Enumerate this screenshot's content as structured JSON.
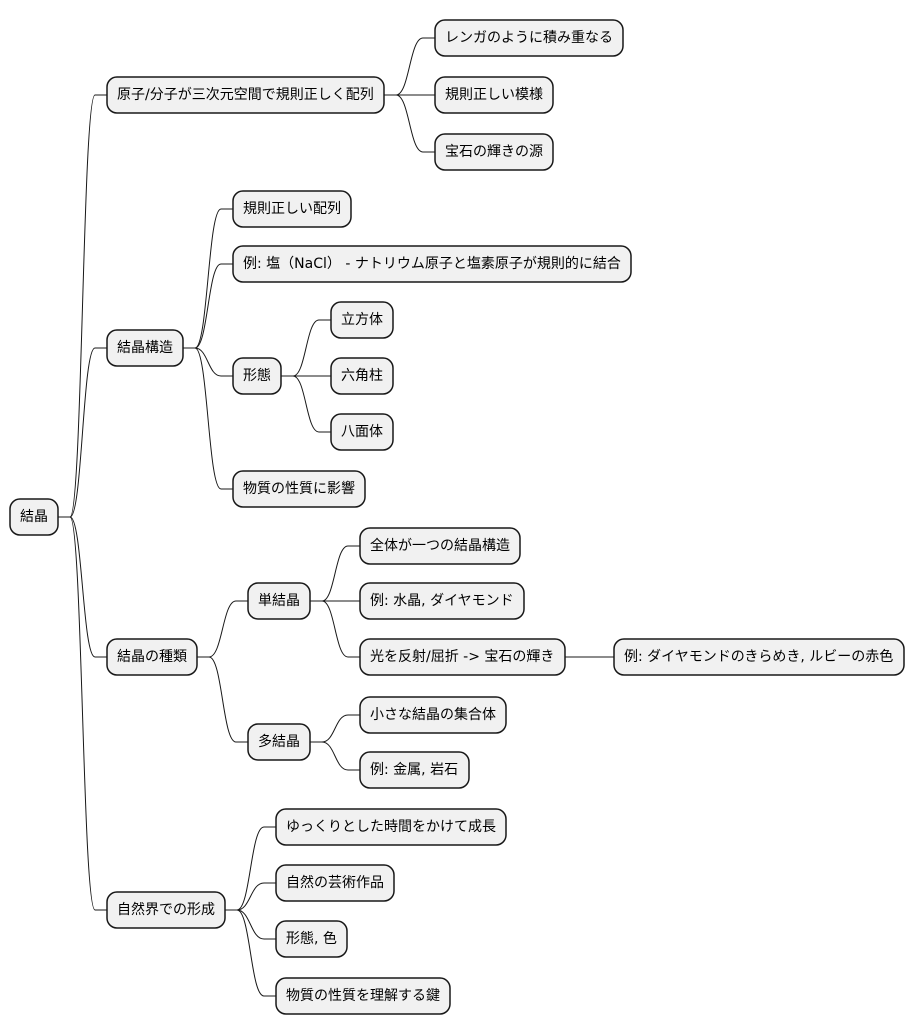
{
  "mindmap": {
    "root": {
      "id": "root",
      "label": "結晶",
      "children": [
        {
          "id": "b1",
          "label": "原子/分子が三次元空間で規則正しく配列",
          "children": [
            {
              "id": "b1-1",
              "label": "レンガのように積み重なる"
            },
            {
              "id": "b1-2",
              "label": "規則正しい模様"
            },
            {
              "id": "b1-3",
              "label": "宝石の輝きの源"
            }
          ]
        },
        {
          "id": "b2",
          "label": "結晶構造",
          "children": [
            {
              "id": "b2-1",
              "label": "規則正しい配列"
            },
            {
              "id": "b2-2",
              "label": "例: 塩（NaCl） - ナトリウム原子と塩素原子が規則的に結合"
            },
            {
              "id": "b2-3",
              "label": "形態",
              "children": [
                {
                  "id": "b2-3-1",
                  "label": "立方体"
                },
                {
                  "id": "b2-3-2",
                  "label": "六角柱"
                },
                {
                  "id": "b2-3-3",
                  "label": "八面体"
                }
              ]
            },
            {
              "id": "b2-4",
              "label": "物質の性質に影響"
            }
          ]
        },
        {
          "id": "b3",
          "label": "結晶の種類",
          "children": [
            {
              "id": "b3-1",
              "label": "単結晶",
              "children": [
                {
                  "id": "b3-1-1",
                  "label": "全体が一つの結晶構造"
                },
                {
                  "id": "b3-1-2",
                  "label": "例: 水晶, ダイヤモンド"
                },
                {
                  "id": "b3-1-3",
                  "label": "光を反射/屈折 -> 宝石の輝き",
                  "children": [
                    {
                      "id": "b3-1-3-1",
                      "label": "例: ダイヤモンドのきらめき, ルビーの赤色"
                    }
                  ]
                }
              ]
            },
            {
              "id": "b3-2",
              "label": "多結晶",
              "children": [
                {
                  "id": "b3-2-1",
                  "label": "小さな結晶の集合体"
                },
                {
                  "id": "b3-2-2",
                  "label": "例: 金属, 岩石"
                }
              ]
            }
          ]
        },
        {
          "id": "b4",
          "label": "自然界での形成",
          "children": [
            {
              "id": "b4-1",
              "label": "ゆっくりとした時間をかけて成長"
            },
            {
              "id": "b4-2",
              "label": "自然の芸術作品"
            },
            {
              "id": "b4-3",
              "label": "形態, 色"
            },
            {
              "id": "b4-4",
              "label": "物質の性質を理解する鍵"
            }
          ]
        }
      ]
    }
  }
}
